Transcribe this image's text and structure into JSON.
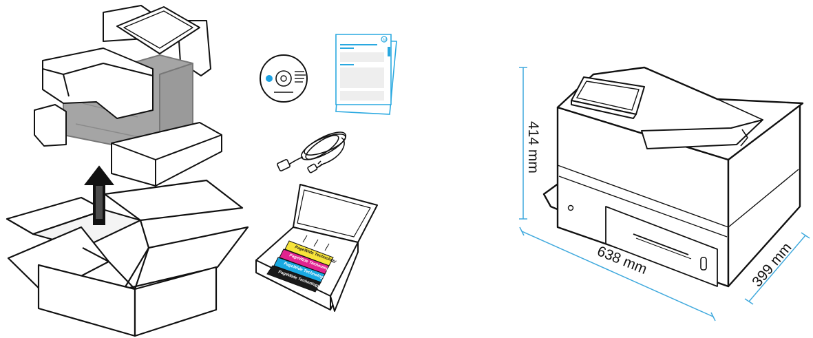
{
  "dimensions": {
    "height": "414 mm",
    "width": "638 mm",
    "depth": "399 mm"
  },
  "cartridge_labels": [
    "PageWide Technology",
    "PageWide Technology",
    "PageWide Technology",
    "PageWide Technology"
  ],
  "colors": {
    "dimension_line": "#3fa9dd",
    "cd_dot": "#1ba1e2",
    "doc_outline": "#29a8e0",
    "cart_yellow": "#f7e43a",
    "cart_magenta": "#e2238f",
    "cart_cyan": "#19a9e2",
    "cart_black": "#1a1a1a",
    "printer_shade": "#a5a5a5"
  },
  "icons": [
    "up-arrow-icon",
    "hp-logo-icon",
    "power-button-icon"
  ]
}
